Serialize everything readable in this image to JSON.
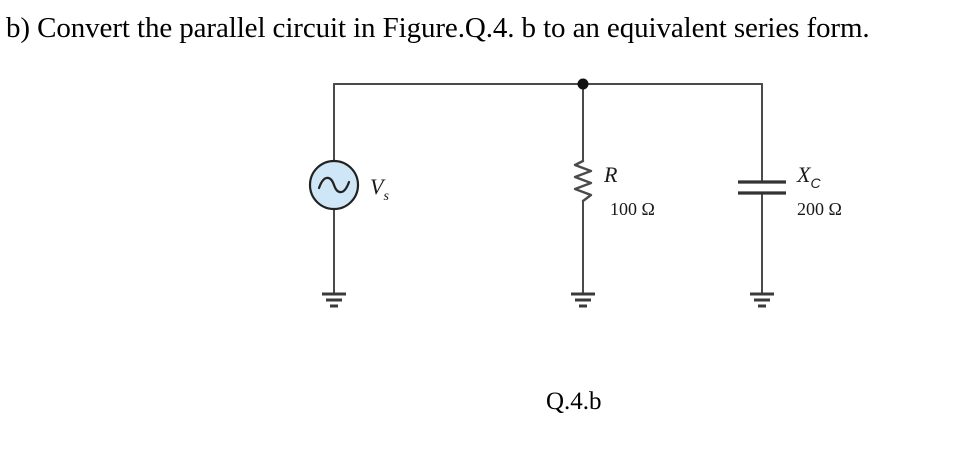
{
  "question": "b) Convert the parallel circuit in Figure.Q.4. b to an equivalent series form.",
  "figure_label": "Q.4.b",
  "circuit": {
    "source": {
      "symbol": "V",
      "subscript": "s"
    },
    "resistor": {
      "symbol": "R",
      "value": "100 Ω"
    },
    "capacitor": {
      "symbol": "X",
      "subscript": "C",
      "value": "200 Ω"
    }
  },
  "colors": {
    "wire": "#4a4a4a",
    "source_fill": "#cfe6f7",
    "text": "#1a1a1a"
  },
  "icons": [
    "ac-source-icon",
    "resistor-icon",
    "capacitor-icon",
    "ground-icon",
    "junction-dot-icon"
  ]
}
